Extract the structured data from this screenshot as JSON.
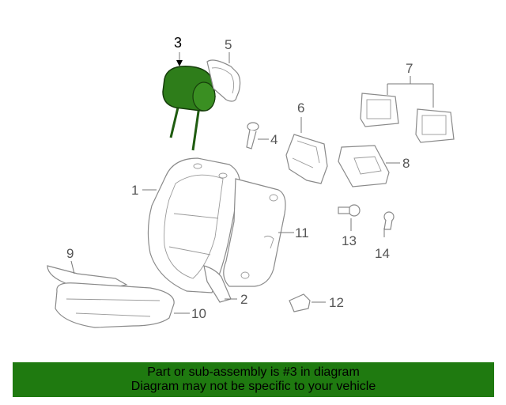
{
  "diagram": {
    "callouts": {
      "c1": "1",
      "c2": "2",
      "c3": "3",
      "c4": "4",
      "c5": "5",
      "c6": "6",
      "c7": "7",
      "c8": "8",
      "c9": "9",
      "c10": "10",
      "c11": "11",
      "c12": "12",
      "c13": "13",
      "c14": "14"
    },
    "highlighted_part": "3",
    "highlight_color": "#2e7d1a"
  },
  "banner": {
    "line1": "Part or sub-assembly is #3 in diagram",
    "line2": "Diagram may not be specific to your vehicle",
    "background": "#1f7a10"
  }
}
